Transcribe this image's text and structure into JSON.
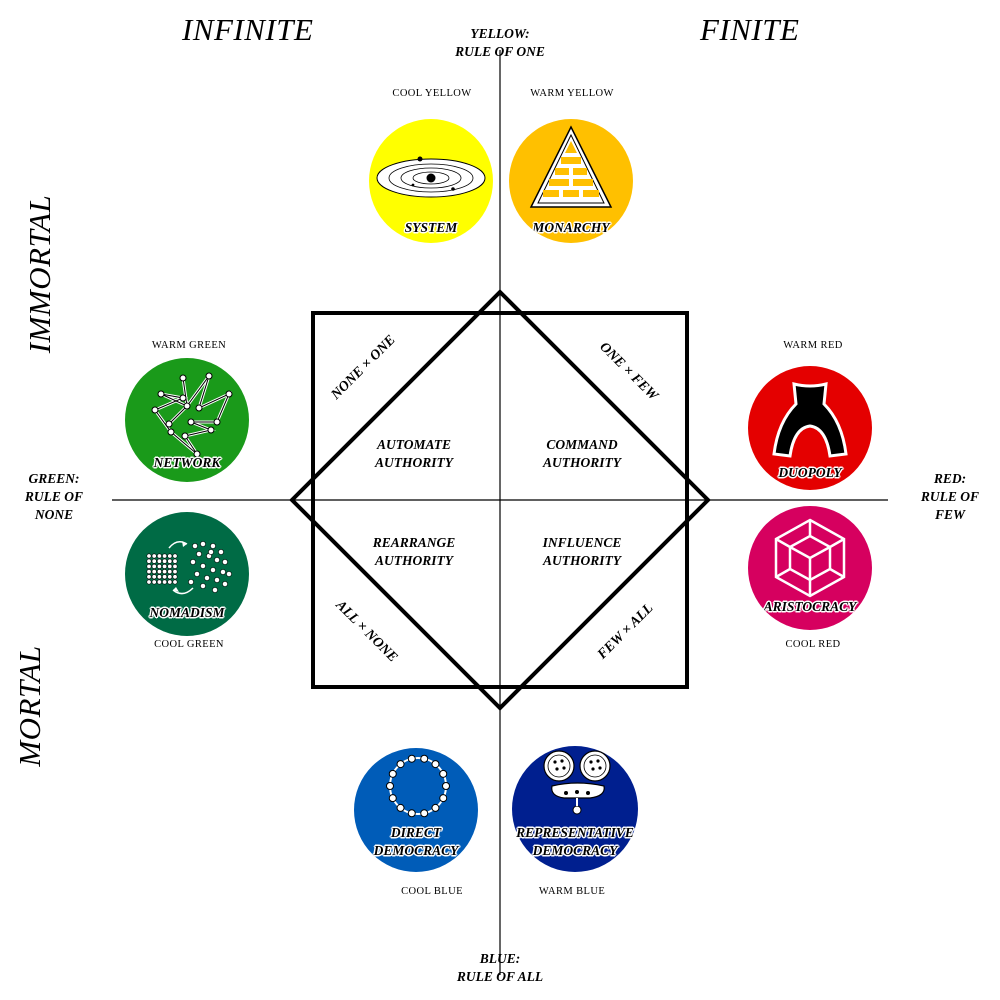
{
  "corners": {
    "infinite": "INFINITE",
    "finite": "FINITE",
    "immortal": "IMMORTAL",
    "mortal": "MORTAL"
  },
  "axes": {
    "top": [
      "YELLOW:",
      "RULE OF ONE"
    ],
    "bottom": [
      "BLUE:",
      "RULE OF ALL"
    ],
    "left": [
      "GREEN:",
      "RULE OF",
      "NONE"
    ],
    "right": [
      "RED:",
      "RULE OF",
      "FEW"
    ]
  },
  "quadrants": {
    "top_left": [
      "AUTOMATE",
      "AUTHORITY"
    ],
    "top_right": [
      "COMMAND",
      "AUTHORITY"
    ],
    "bottom_left": [
      "REARRANGE",
      "AUTHORITY"
    ],
    "bottom_right": [
      "INFLUENCE",
      "AUTHORITY"
    ]
  },
  "combos": {
    "top_left": "NONE × ONE",
    "top_right": "ONE × FEW",
    "bottom_left": "ALL × NONE",
    "bottom_right": "FEW × ALL"
  },
  "badges": {
    "system": {
      "shade": "COOL YELLOW",
      "label": [
        "SYSTEM"
      ],
      "color": "#ffff00",
      "icon": "solar-system-icon"
    },
    "monarchy": {
      "shade": "WARM YELLOW",
      "label": [
        "MONARCHY"
      ],
      "color": "#ffc000",
      "icon": "pyramid-icon"
    },
    "network": {
      "shade": "WARM GREEN",
      "label": [
        "NETWORK"
      ],
      "color": "#1a9a1a",
      "icon": "network-graph-icon"
    },
    "nomadism": {
      "shade": "COOL GREEN",
      "label": [
        "NOMADISM"
      ],
      "color": "#006b45",
      "icon": "scatter-dots-icon"
    },
    "duopoly": {
      "shade": "WARM RED",
      "label": [
        "DUOPOLY"
      ],
      "color": "#e40000",
      "icon": "forked-arch-icon"
    },
    "aristocracy": {
      "shade": "COOL RED",
      "label": [
        "ARISTOCRACY"
      ],
      "color": "#d6005f",
      "icon": "hypercube-icon"
    },
    "direct_democracy": {
      "shade": "COOL BLUE",
      "label": [
        "DIRECT",
        "DEMOCRACY"
      ],
      "color": "#005cb8",
      "icon": "bead-ring-icon"
    },
    "representative_democracy": {
      "shade": "WARM BLUE",
      "label": [
        "REPRESENTATIVE",
        "DEMOCRACY"
      ],
      "color": "#001f8f",
      "icon": "tray-with-bowls-icon"
    }
  },
  "colors": {
    "line": "#000000",
    "background": "#ffffff"
  }
}
